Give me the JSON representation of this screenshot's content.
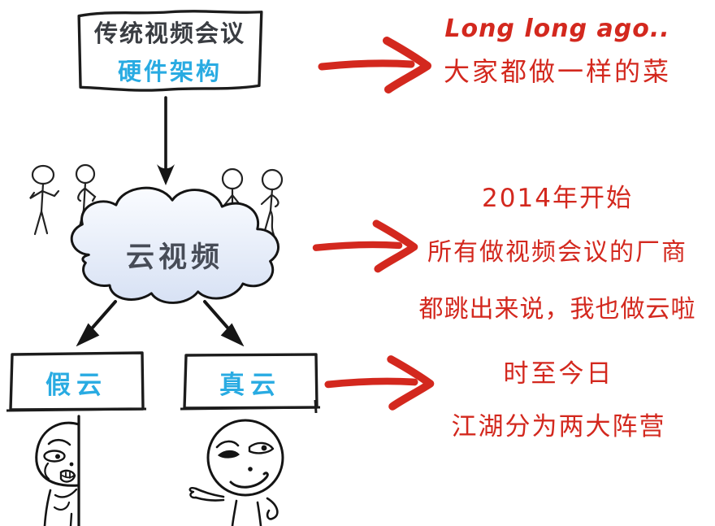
{
  "palette": {
    "red": "#d3281e",
    "cyan": "#29abe2",
    "ink": "#161616",
    "top_box_text": "#3a3d42",
    "cloud_text": "#474c57",
    "cloud_fill_top": "#fafcff",
    "cloud_fill_bottom": "#d7e1f4"
  },
  "flowchart": {
    "top_box": {
      "title": "传统视频会议",
      "subtitle": "硬件架构"
    },
    "cloud": {
      "label": "云视频"
    },
    "branches": {
      "left_label": "假云",
      "right_label": "真云"
    }
  },
  "annotations": [
    {
      "lines": [
        "Long long ago..",
        "大家都做一样的菜"
      ]
    },
    {
      "lines": [
        "2014年开始",
        "所有做视频会议的厂商",
        "都跳出来说，我也做云啦"
      ]
    },
    {
      "lines": [
        "时至今日",
        "江湖分为两大阵营"
      ]
    }
  ],
  "icons": {
    "down_arrow": "black hand-drawn down arrow",
    "branch_arrows": "two diagonal black arrows",
    "red_arrow": "thick red hand-drawn right arrow",
    "cloud": "hand-drawn cloud shape",
    "stick_figures": "stick figure people",
    "peeking_face": "meme face peeking from behind wall",
    "smirking_face": "smirking meme face pointing left"
  }
}
